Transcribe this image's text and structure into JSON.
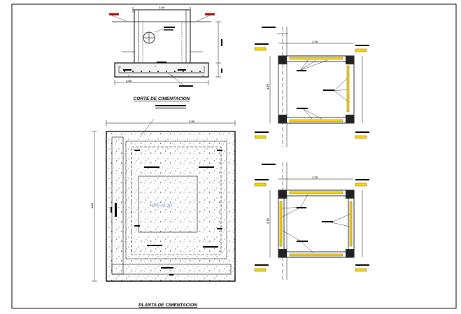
{
  "section_title": "CORTE DE CIMENTACION",
  "plan_title": "PLANTA DE CIMENTACION",
  "plan_center_label": "NPF+0.10",
  "dims": {
    "section_top": "1.20",
    "section_bottom": "1.20",
    "plan_top": "1.20",
    "plan_left": "1.20",
    "col_top_1": "1.70",
    "col_left_1": "1.70",
    "col_top_2": "1.70",
    "col_left_2": "1.70"
  },
  "colors": {
    "line": "#000000",
    "accent": "#ffd800",
    "hatch": "#555555"
  }
}
